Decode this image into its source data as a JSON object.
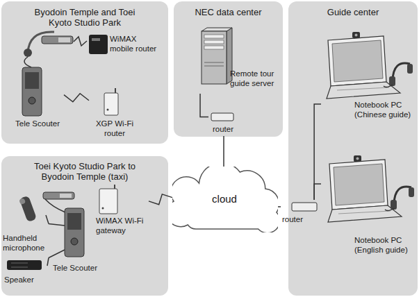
{
  "diagram": {
    "nodes": [
      {
        "text": [
          "Byodoin Temple and Toei Kyoto Studio Park"
        ]
      },
      {
        "text": [
          "WiMAX mobile router"
        ],
        "in": 0
      },
      {
        "text": [
          "Tele Scouter"
        ],
        "in": 0
      },
      {
        "text": [
          "XGP Wi-Fi router"
        ],
        "in": 0
      },
      {
        "text": [
          "NEC data center"
        ]
      },
      {
        "text": [
          "Remote tour guide server"
        ],
        "in": 4
      },
      {
        "text": [
          "router"
        ],
        "in": 4
      },
      {
        "text": [
          "Guide center"
        ]
      },
      {
        "text": [
          "Notebook PC (Chinese guide)"
        ],
        "in": 7
      },
      {
        "text": [
          "Notebook PC (English guide)"
        ],
        "in": 7
      },
      {
        "text": [
          "router"
        ],
        "in": 7
      },
      {
        "text": [
          "Toei Kyoto Studio Park to Byodoin Temple (taxi)"
        ]
      },
      {
        "text": [
          "Handheld microphone"
        ],
        "in": 11
      },
      {
        "text": [
          "Tele Scouter"
        ],
        "in": 11
      },
      {
        "text": [
          "WiMAX Wi-Fi gateway"
        ],
        "in": 11
      },
      {
        "text": [
          "Speaker"
        ],
        "in": 11
      },
      {
        "text": [
          "cloud"
        ]
      }
    ],
    "edges": [
      {
        "from": 2,
        "to": 3,
        "arrow": "none"
      },
      {
        "from": 5,
        "to": 6,
        "arrow": "none"
      },
      {
        "from": 6,
        "to": 16,
        "arrow": "none"
      },
      {
        "from": 16,
        "to": 10,
        "arrow": "none"
      },
      {
        "from": 10,
        "to": 8,
        "arrow": "none"
      },
      {
        "from": 10,
        "to": 9,
        "arrow": "none"
      },
      {
        "from": 12,
        "to": 13,
        "arrow": "none"
      },
      {
        "from": 15,
        "to": 13,
        "arrow": "none"
      },
      {
        "from": 14,
        "to": 16,
        "arrow": "none"
      }
    ]
  }
}
